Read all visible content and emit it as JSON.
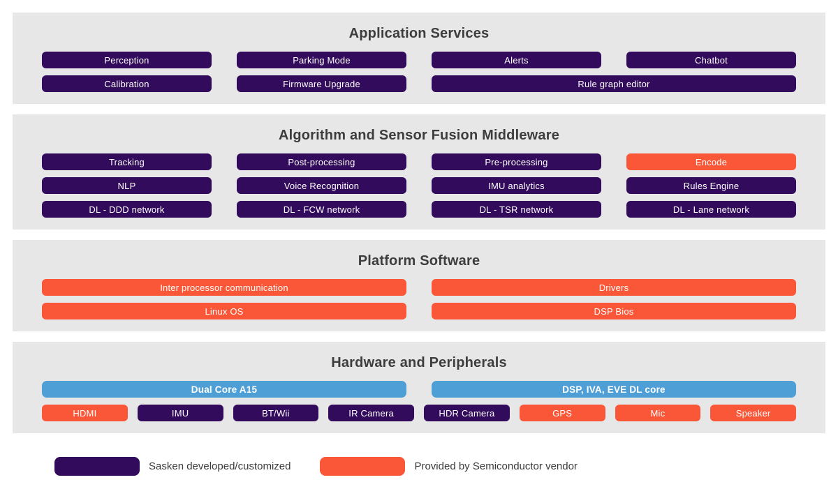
{
  "colors": {
    "sasken_purple": "#330B5C",
    "vendor_orange": "#F95738",
    "core_blue": "#4F9FD7",
    "section_background": "#E7E7E7",
    "heading_text": "#3D3D3D"
  },
  "sections": [
    {
      "title": "Application Services",
      "rows": [
        {
          "items": [
            {
              "label": "Perception",
              "variant": "sasken"
            },
            {
              "label": "Parking Mode",
              "variant": "sasken"
            },
            {
              "label": "Alerts",
              "variant": "sasken"
            },
            {
              "label": "Chatbot",
              "variant": "sasken"
            }
          ]
        },
        {
          "items": [
            {
              "label": "Calibration",
              "variant": "sasken"
            },
            {
              "label": "Firmware Upgrade",
              "variant": "sasken"
            },
            {
              "label": "Rule graph editor",
              "variant": "sasken",
              "span": 2
            }
          ]
        }
      ]
    },
    {
      "title": "Algorithm and Sensor Fusion Middleware",
      "rows": [
        {
          "items": [
            {
              "label": "Tracking",
              "variant": "sasken"
            },
            {
              "label": "Post-processing",
              "variant": "sasken"
            },
            {
              "label": "Pre-processing",
              "variant": "sasken"
            },
            {
              "label": "Encode",
              "variant": "vendor"
            }
          ]
        },
        {
          "items": [
            {
              "label": "NLP",
              "variant": "sasken"
            },
            {
              "label": "Voice Recognition",
              "variant": "sasken"
            },
            {
              "label": "IMU analytics",
              "variant": "sasken"
            },
            {
              "label": "Rules Engine",
              "variant": "sasken"
            }
          ]
        },
        {
          "items": [
            {
              "label": "DL - DDD network",
              "variant": "sasken"
            },
            {
              "label": "DL - FCW network",
              "variant": "sasken"
            },
            {
              "label": "DL - TSR network",
              "variant": "sasken"
            },
            {
              "label": "DL - Lane network",
              "variant": "sasken"
            }
          ]
        }
      ]
    },
    {
      "title": "Platform Software",
      "rows": [
        {
          "items": [
            {
              "label": "Inter processor communication",
              "variant": "vendor"
            },
            {
              "label": "Drivers",
              "variant": "vendor"
            }
          ]
        },
        {
          "items": [
            {
              "label": "Linux OS",
              "variant": "vendor"
            },
            {
              "label": "DSP Bios",
              "variant": "vendor"
            }
          ]
        }
      ]
    },
    {
      "title": "Hardware and Peripherals",
      "rows": [
        {
          "items": [
            {
              "label": "Dual Core A15",
              "variant": "core"
            },
            {
              "label": "DSP, IVA, EVE DL core",
              "variant": "core"
            }
          ]
        },
        {
          "items": [
            {
              "label": "HDMI",
              "variant": "vendor"
            },
            {
              "label": "IMU",
              "variant": "sasken"
            },
            {
              "label": "BT/Wii",
              "variant": "sasken"
            },
            {
              "label": "IR Camera",
              "variant": "sasken"
            },
            {
              "label": "HDR Camera",
              "variant": "sasken"
            },
            {
              "label": "GPS",
              "variant": "vendor"
            },
            {
              "label": "Mic",
              "variant": "vendor"
            },
            {
              "label": "Speaker",
              "variant": "vendor"
            }
          ]
        }
      ]
    }
  ],
  "legend": {
    "items": [
      {
        "label": "Sasken developed/customized",
        "variant": "sasken"
      },
      {
        "label": "Provided by Semiconductor vendor",
        "variant": "vendor"
      }
    ]
  }
}
